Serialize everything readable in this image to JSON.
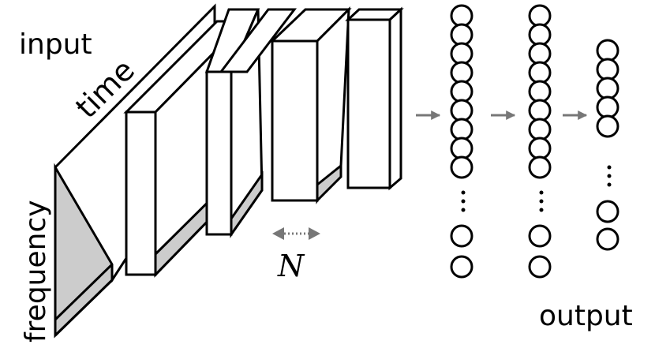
{
  "labels": {
    "input": "input",
    "time": "time",
    "frequency": "frequency",
    "n": "N",
    "output": "output"
  },
  "colors": {
    "stroke": "#000000",
    "shade": "#cccccc",
    "arrow": "#777777",
    "background": "#ffffff"
  }
}
